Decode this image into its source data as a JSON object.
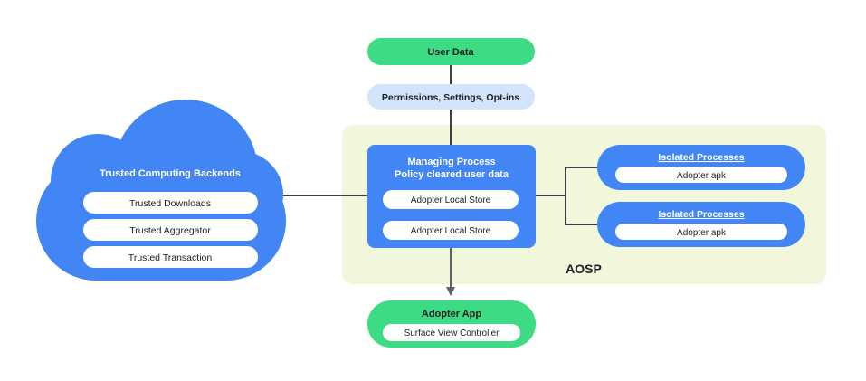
{
  "diagram": {
    "colors": {
      "green": "#3ddc84",
      "blue": "#4285f4",
      "light_blue": "#d2e3fc",
      "aosp_bg": "#f2f7dc",
      "pill": "#ffffff",
      "dark_text": "#202124",
      "line": "#3c4043",
      "arrow": "#5f6368"
    },
    "user_data": {
      "label": "User Data"
    },
    "permissions": {
      "label": "Permissions,  Settings, Opt-ins"
    },
    "aosp": {
      "label": "AOSP"
    },
    "cloud": {
      "title": "Trusted Computing Backends",
      "items": [
        "Trusted Downloads",
        "Trusted Aggregator",
        "Trusted Transaction"
      ]
    },
    "managing_process": {
      "title_line1": "Managing Process",
      "title_line2": "Policy cleared user data",
      "stores": [
        "Adopter Local Store",
        "Adopter Local Store"
      ]
    },
    "isolated_processes": [
      {
        "title": "Isolated Processes",
        "item": "Adopter apk"
      },
      {
        "title": "Isolated Processes",
        "item": "Adopter apk"
      }
    ],
    "adopter_app": {
      "title": "Adopter App",
      "item": "Surface View Controller"
    }
  }
}
